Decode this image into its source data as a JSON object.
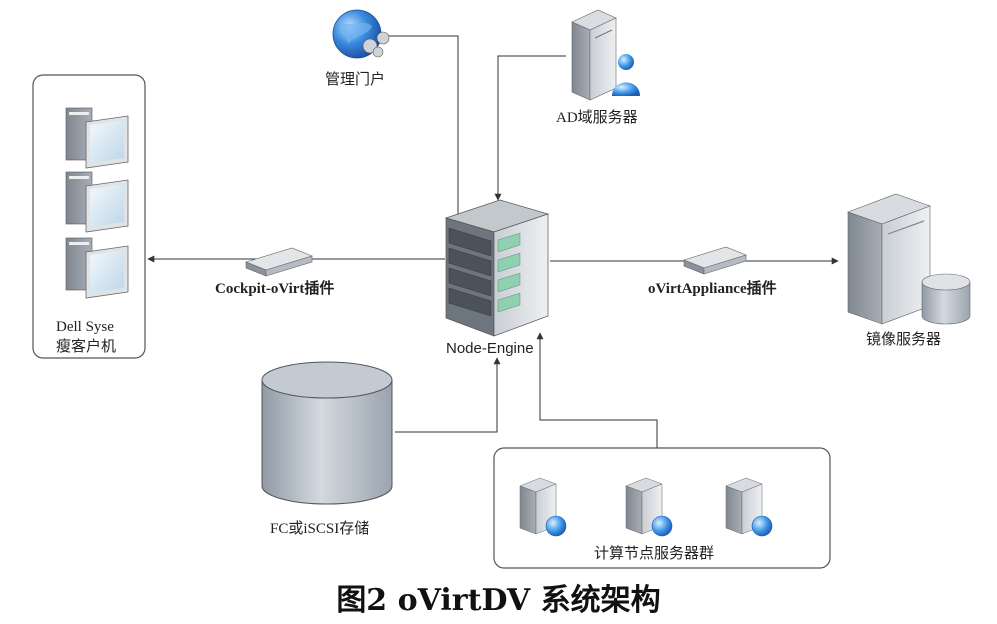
{
  "labels": {
    "portal": "管理门户",
    "ad_server": "AD域服务器",
    "client_line1": "Dell Syse",
    "client_line2": "瘦客户机",
    "cockpit_plugin": "Cockpit-oVirt插件",
    "node_engine": "Node-Engine",
    "appliance_plugin": "oVirtAppliance插件",
    "image_server": "镜像服务器",
    "storage": "FC或iSCSI存储",
    "compute_cluster": "计算节点服务器群"
  },
  "caption": "图2   oVirtDV 系统架构"
}
